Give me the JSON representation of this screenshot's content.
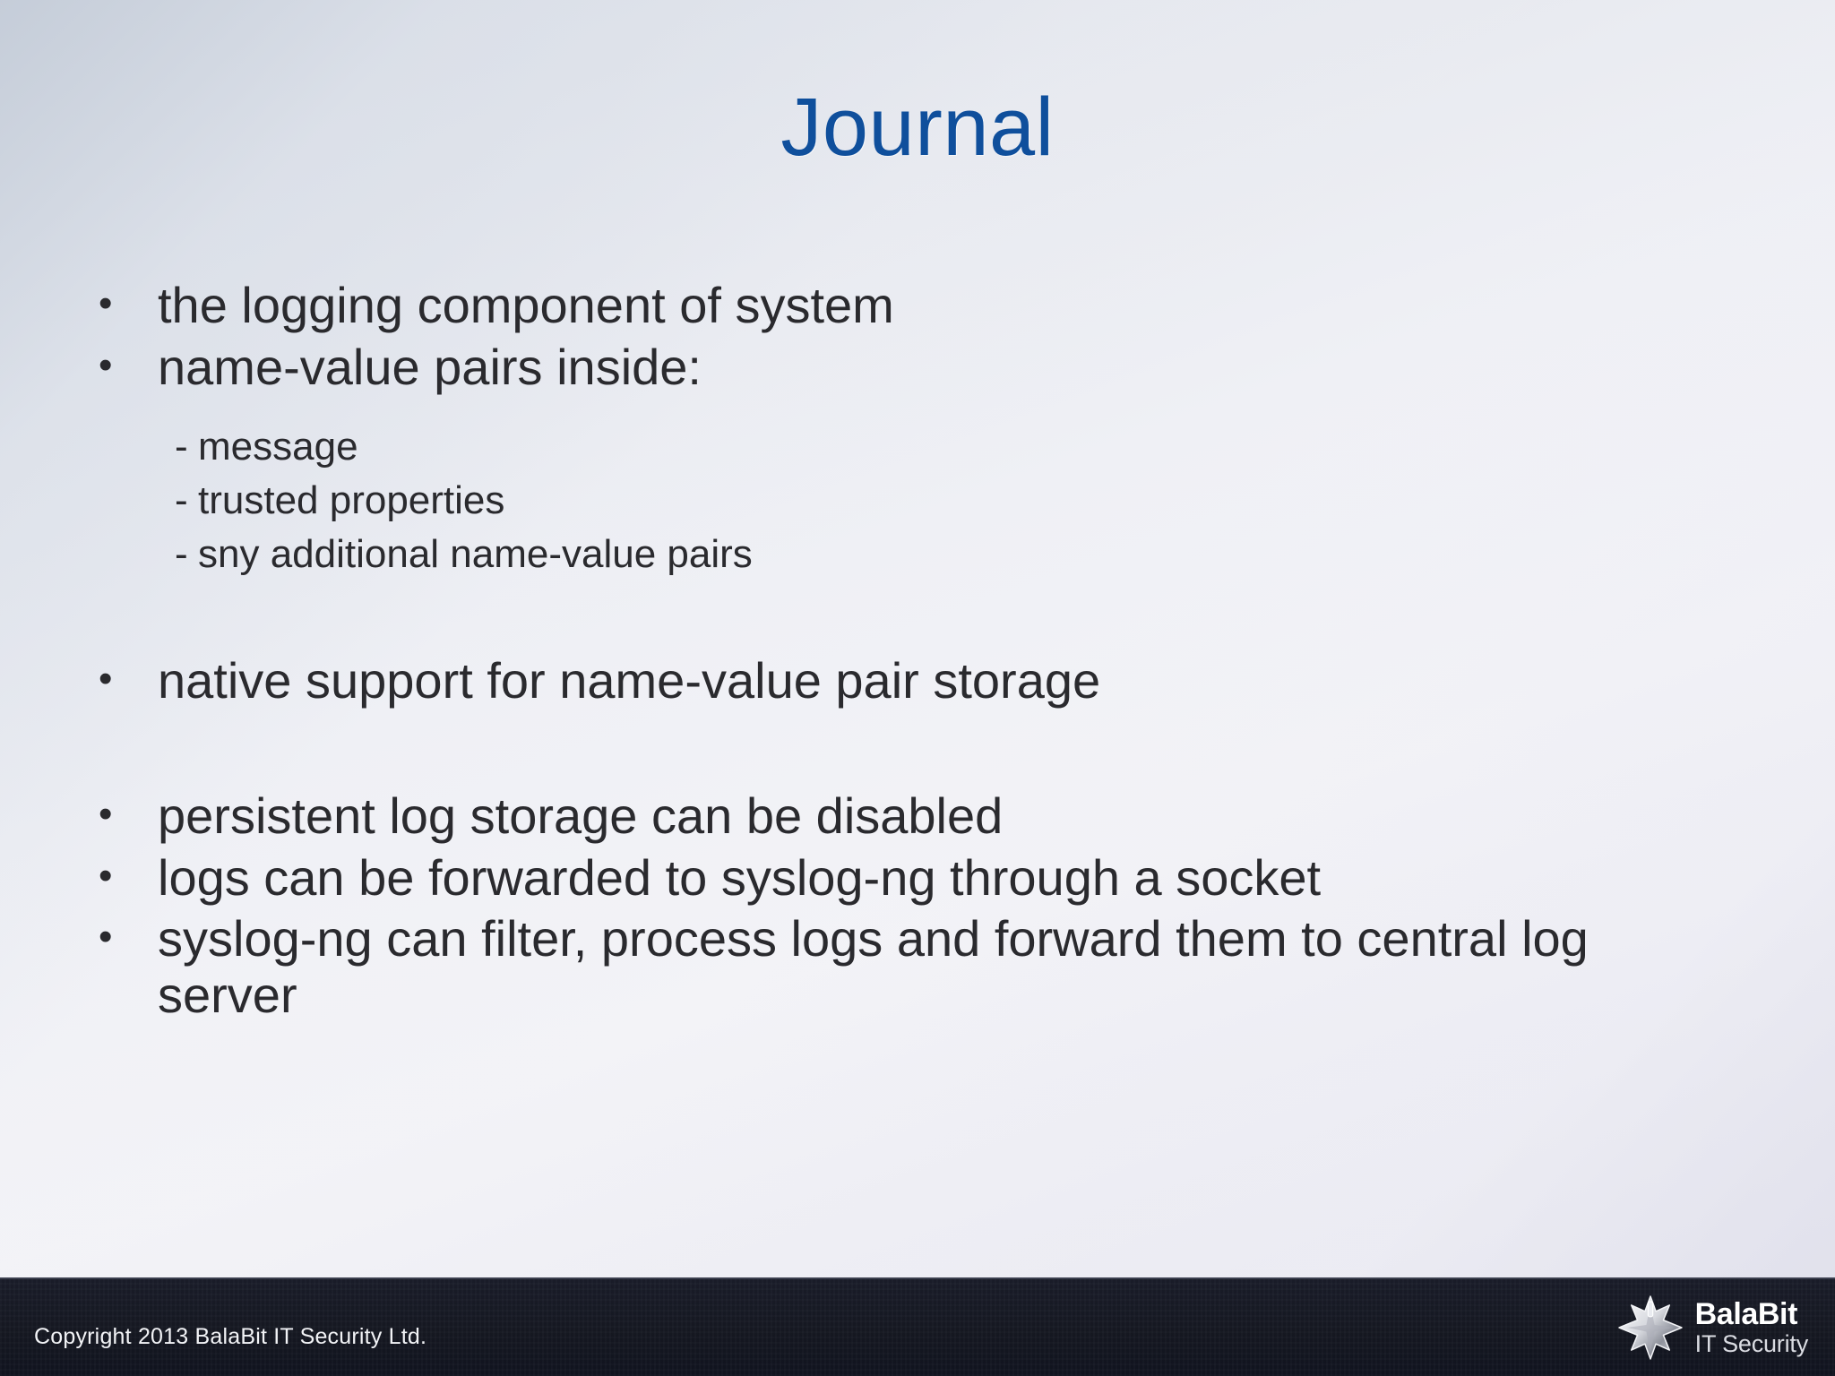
{
  "slide": {
    "title": "Journal",
    "title_color": "#0F4F9C",
    "text_color": "#2A2A2E",
    "background_from": "#DCE0E8",
    "background_to": "#E6E6EF"
  },
  "content": {
    "bullet_glyph": "•",
    "dash_glyph": "-",
    "bullets": [
      {
        "text": "the logging component of system"
      },
      {
        "text": "name-value pairs inside:"
      },
      {
        "text": "native support for name-value pair storage"
      },
      {
        "text": "persistent log storage can be disabled"
      },
      {
        "text": "logs can be forwarded to syslog-ng through a socket"
      },
      {
        "text": "syslog-ng can filter, process logs and forward them to central log server"
      }
    ],
    "sub_items": [
      {
        "text": "message"
      },
      {
        "text": "trusted properties"
      },
      {
        "text": "sny additional name-value pairs"
      }
    ]
  },
  "footer": {
    "copyright": "Copyright 2013 BalaBit IT Security Ltd.",
    "bar_color": "#151822",
    "logo": {
      "icon": "balabit-star-plane-logo",
      "name": "BalaBit",
      "tagline": "IT Security"
    }
  }
}
